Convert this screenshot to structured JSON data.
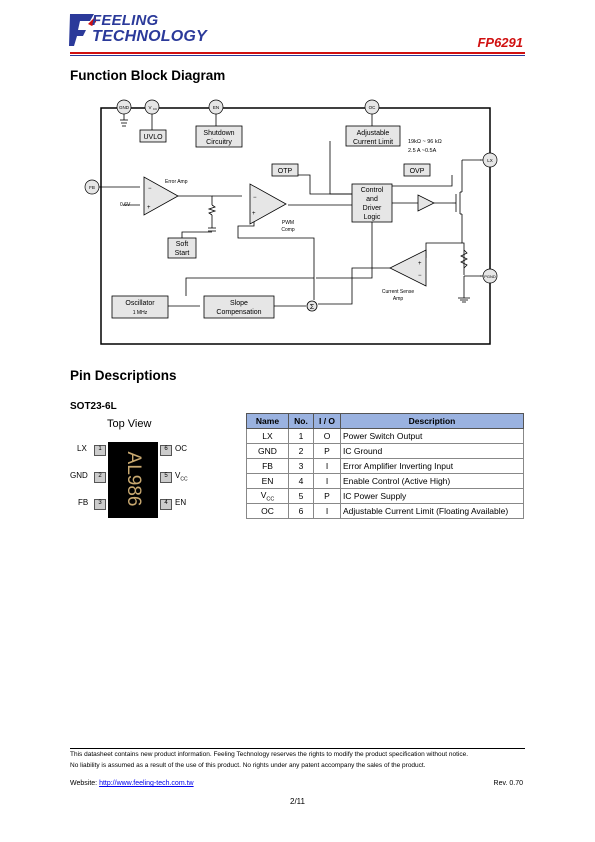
{
  "header": {
    "logo_line1": "FEELING",
    "logo_line2": "TECHNOLOGY",
    "part_number": "FP6291"
  },
  "section_block": "Function Block Diagram",
  "diagram": {
    "pins": {
      "gnd": "GND",
      "vcc": "V",
      "vcc_sub": "CC",
      "en": "EN",
      "oc": "OC",
      "fb": "FB",
      "lx": "LX",
      "pgnd": "PGND"
    },
    "blocks": {
      "uvlo": "UVLO",
      "shutdown_1": "Shutdown",
      "shutdown_2": "Circuitry",
      "adj_1": "Adjustable",
      "adj_2": "Current Limit",
      "otp": "OTP",
      "ovp": "OVP",
      "ctrl_1": "Control",
      "ctrl_2": "and",
      "ctrl_3": "Driver",
      "ctrl_4": "Logic",
      "soft_1": "Soft",
      "soft_2": "Start",
      "osc_1": "Oscillator",
      "osc_2": "1 MHz",
      "slope_1": "Slope",
      "slope_2": "Compensation"
    },
    "labels": {
      "error_amp": "Error Amp",
      "vref": "0.6V",
      "pwm_1": "PWM",
      "pwm_2": "Comp",
      "cs_1": "Current Sense",
      "cs_2": "Amp",
      "range_1": "19kΩ ~ 96 kΩ",
      "range_2": "2.5 A ~0.5A",
      "sum": "Σ",
      "plus": "+",
      "minus": "−"
    }
  },
  "section_pins": "Pin Descriptions",
  "package": {
    "name": "SOT23-6L",
    "view": "Top View",
    "marking": "AL986",
    "left_pins": [
      {
        "label": "LX",
        "num": "1"
      },
      {
        "label": "GND",
        "num": "2"
      },
      {
        "label": "FB",
        "num": "3"
      }
    ],
    "right_pins": [
      {
        "label": "OC",
        "sub": "",
        "num": "6"
      },
      {
        "label": "V",
        "sub": "CC",
        "num": "5"
      },
      {
        "label": "EN",
        "sub": "",
        "num": "4"
      }
    ]
  },
  "table": {
    "headers": [
      "Name",
      "No.",
      "I / O",
      "Description"
    ],
    "rows": [
      {
        "name": "LX",
        "sub": "",
        "no": "1",
        "io": "O",
        "desc": "Power Switch Output"
      },
      {
        "name": "GND",
        "sub": "",
        "no": "2",
        "io": "P",
        "desc": "IC Ground"
      },
      {
        "name": "FB",
        "sub": "",
        "no": "3",
        "io": "I",
        "desc": "Error Amplifier Inverting Input"
      },
      {
        "name": "EN",
        "sub": "",
        "no": "4",
        "io": "I",
        "desc": "Enable Control (Active High)"
      },
      {
        "name": "V",
        "sub": "CC",
        "no": "5",
        "io": "P",
        "desc": "IC Power Supply"
      },
      {
        "name": "OC",
        "sub": "",
        "no": "6",
        "io": "I",
        "desc": "Adjustable Current Limit (Floating Available)"
      }
    ]
  },
  "footer": {
    "line1": "This datasheet contains new product information.   Feeling Technology reserves the rights to modify the product specification without notice.",
    "line2": "No liability is assumed as a result of the use of this product. No rights under any patent accompany the sales of the product.",
    "website_label": "Website: ",
    "website_url": "http://www.feeling-tech.com.tw",
    "rev": "Rev. 0.70",
    "page": "2/11"
  },
  "colors": {
    "brand_blue": "#2b3a9a",
    "accent_red": "#d01010",
    "table_header": "#9ab2e0",
    "block_fill": "#e6e6e6",
    "marking": "#c8a870"
  }
}
